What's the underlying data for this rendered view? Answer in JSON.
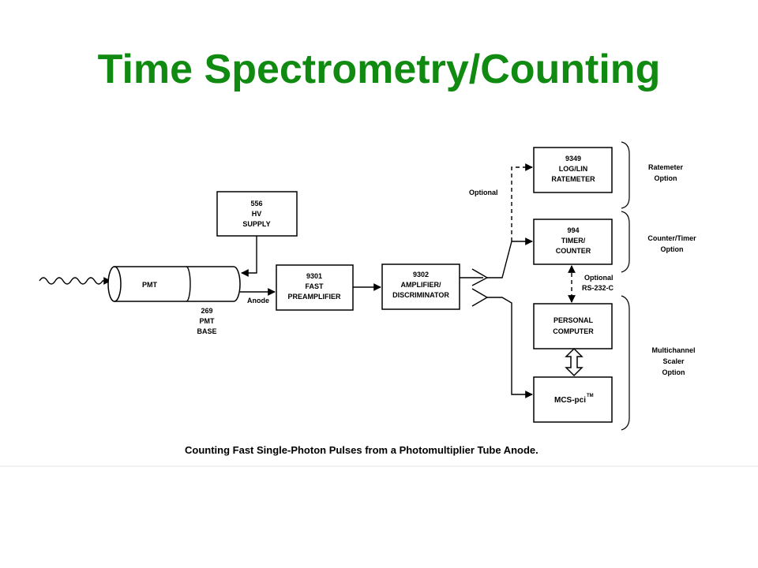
{
  "slide": {
    "title": "Time Spectrometry/Counting"
  },
  "diagram": {
    "pmt": {
      "label": "PMT"
    },
    "pmt_base": {
      "line1": "269",
      "line2": "PMT",
      "line3": "BASE"
    },
    "anode_label": "Anode",
    "hv_supply": {
      "line1": "556",
      "line2": "HV",
      "line3": "SUPPLY"
    },
    "preamp": {
      "line1": "9301",
      "line2": "FAST",
      "line3": "PREAMPLIFIER"
    },
    "amp_disc": {
      "line1": "9302",
      "line2": "AMPLIFIER/",
      "line3": "DISCRIMINATOR"
    },
    "ratemeter": {
      "line1": "9349",
      "line2": "LOG/LIN",
      "line3": "RATEMETER"
    },
    "timer_counter": {
      "line1": "994",
      "line2": "TIMER/",
      "line3": "COUNTER"
    },
    "personal_computer": {
      "line1": "PERSONAL",
      "line2": "COMPUTER"
    },
    "mcs": {
      "label": "MCS-pci",
      "tm": "TM"
    },
    "optional_left": "Optional",
    "optional_rs232": {
      "line1": "Optional",
      "line2": "RS-232-C"
    },
    "options": {
      "ratemeter": {
        "line1": "Ratemeter",
        "line2": "Option"
      },
      "counter_timer": {
        "line1": "Counter/Timer",
        "line2": "Option"
      },
      "multichannel": {
        "line1": "Multichannel",
        "line2": "Scaler",
        "line3": "Option"
      }
    },
    "caption": "Counting Fast Single-Photon Pulses from a Photomultiplier Tube Anode."
  }
}
